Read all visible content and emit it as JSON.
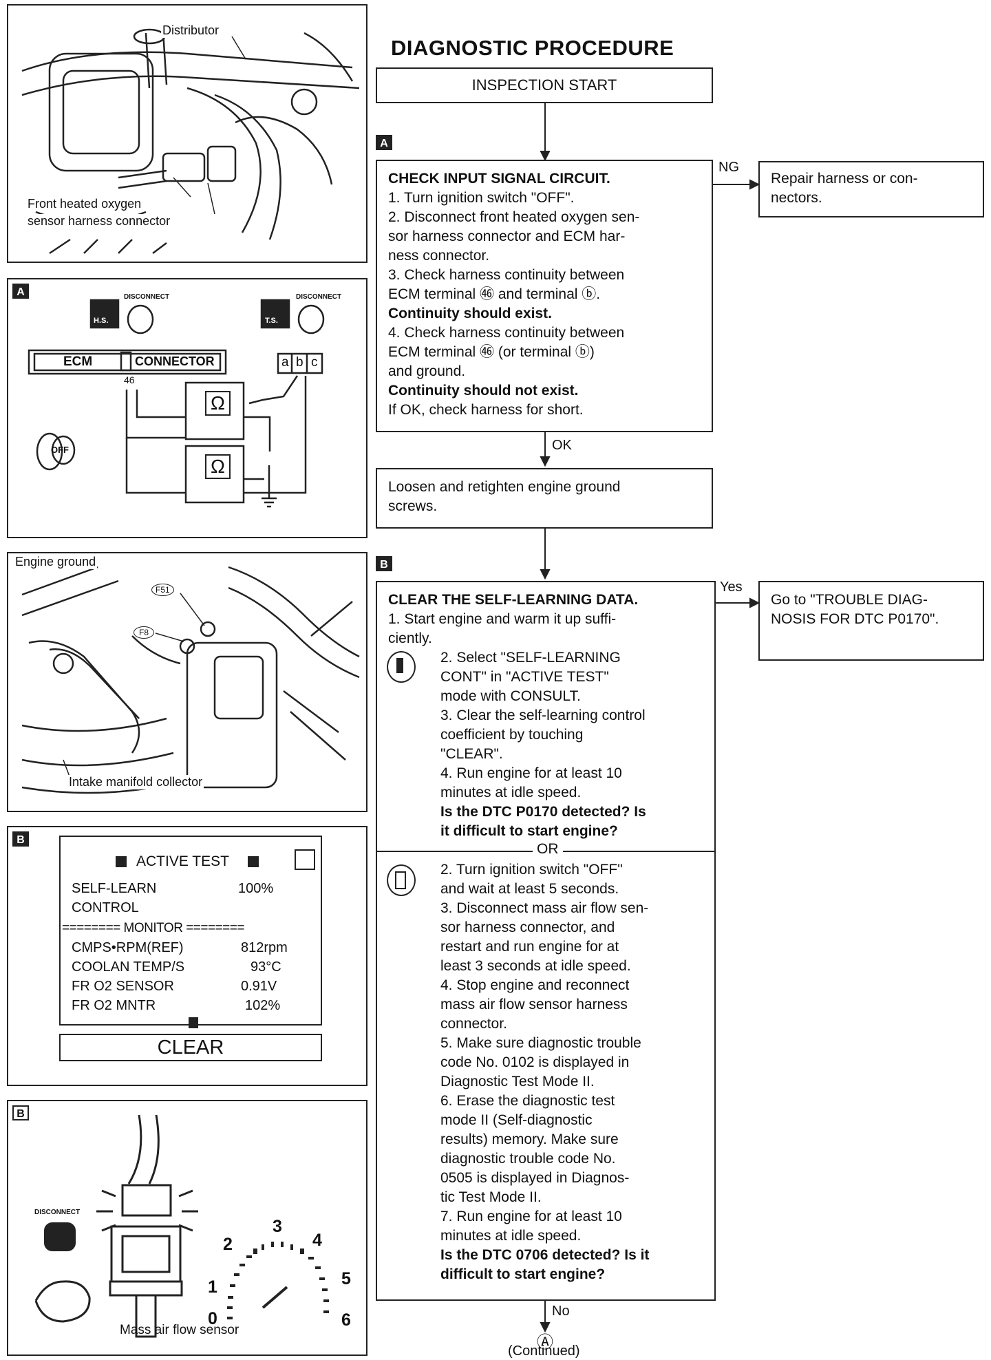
{
  "title": "DIAGNOSTIC PROCEDURE",
  "panels": {
    "p1": {
      "label_distributor": "Distributor",
      "label_sensor_1": "Front heated oxygen",
      "label_sensor_2": "sensor harness connector"
    },
    "p2": {
      "tag": "A",
      "disconnect_1": "DISCONNECT",
      "disconnect_2": "DISCONNECT",
      "hs": "H.S.",
      "ts": "T.S.",
      "ecm": "ECM",
      "connector": "CONNECTOR",
      "pin_a": "a",
      "pin_b": "b",
      "pin_c": "c",
      "terminal": "46",
      "ohm_1": "Ω",
      "ohm_2": "Ω",
      "key": "OFF"
    },
    "p3": {
      "label_ground": "Engine ground",
      "label_f51": "F51",
      "label_f8": "F8",
      "label_collector": "Intake manifold collector"
    },
    "p4": {
      "tag": "B",
      "header": "ACTIVE TEST",
      "rows": [
        {
          "name": "SELF-LEARN",
          "value": "100%"
        },
        {
          "name": "CONTROL",
          "value": ""
        },
        {
          "name": "======== MONITOR ========",
          "value": ""
        },
        {
          "name": "CMPS•RPM(REF)",
          "value": "812rpm"
        },
        {
          "name": "COOLAN TEMP/S",
          "value": "93°C"
        },
        {
          "name": "FR O2 SENSOR",
          "value": "0.91V"
        },
        {
          "name": "FR O2 MNTR",
          "value": "102%"
        }
      ],
      "clear": "CLEAR"
    },
    "p5": {
      "tag": "B",
      "disconnect": "DISCONNECT",
      "caption": "Mass air flow sensor",
      "gauge_ticks": [
        "0",
        "1",
        "2",
        "3",
        "4",
        "5",
        "6"
      ]
    }
  },
  "flow": {
    "start": "INSPECTION START",
    "tag_a": "A",
    "step_a": {
      "lines": [
        {
          "text": "CHECK INPUT SIGNAL CIRCUIT.",
          "bold": true
        },
        {
          "text": "1. Turn ignition switch \"OFF\".",
          "bold": false
        },
        {
          "text": "2. Disconnect front heated oxygen sen-",
          "bold": false
        },
        {
          "text": "    sor harness connector and ECM har-",
          "bold": false
        },
        {
          "text": "    ness connector.",
          "bold": false
        },
        {
          "text": "3. Check harness continuity between",
          "bold": false
        },
        {
          "text": "    ECM terminal ㊻ and terminal ⓑ.",
          "bold": false
        },
        {
          "text": "    Continuity should exist.",
          "bold": true
        },
        {
          "text": "4. Check harness continuity between",
          "bold": false
        },
        {
          "text": "    ECM terminal ㊻ (or terminal ⓑ)",
          "bold": false
        },
        {
          "text": "    and ground.",
          "bold": false
        },
        {
          "text": "    Continuity should not exist.",
          "bold": true
        },
        {
          "text": "    If OK, check harness for short.",
          "bold": false
        }
      ]
    },
    "ng_label": "NG",
    "ng_box": [
      "Repair harness or con-",
      "nectors."
    ],
    "ok_label": "OK",
    "loosen_box": [
      "Loosen and retighten engine ground",
      "screws."
    ],
    "tag_b": "B",
    "step_b": {
      "title": "CLEAR THE SELF-LEARNING DATA.",
      "part1": [
        {
          "text": "1. Start engine and warm it up suffi-",
          "bold": false
        },
        {
          "text": "    ciently.",
          "bold": false
        },
        {
          "text": "2. Select \"SELF-LEARNING",
          "bold": false
        },
        {
          "text": "    CONT\" in \"ACTIVE TEST\"",
          "bold": false
        },
        {
          "text": "    mode with CONSULT.",
          "bold": false
        },
        {
          "text": "3. Clear the self-learning control",
          "bold": false
        },
        {
          "text": "    coefficient by touching",
          "bold": false
        },
        {
          "text": "    \"CLEAR\".",
          "bold": false
        },
        {
          "text": "4. Run engine for at least 10",
          "bold": false
        },
        {
          "text": "    minutes at idle speed.",
          "bold": false
        },
        {
          "text": "    Is the DTC P0170 detected? Is",
          "bold": true
        },
        {
          "text": "    it difficult to start engine?",
          "bold": true
        }
      ],
      "or": "OR",
      "part2": [
        {
          "text": "2. Turn ignition switch \"OFF\"",
          "bold": false
        },
        {
          "text": "    and wait at least 5 seconds.",
          "bold": false
        },
        {
          "text": "3. Disconnect mass air flow sen-",
          "bold": false
        },
        {
          "text": "    sor harness connector, and",
          "bold": false
        },
        {
          "text": "    restart and run engine for at",
          "bold": false
        },
        {
          "text": "    least 3 seconds at idle speed.",
          "bold": false
        },
        {
          "text": "4. Stop engine and reconnect",
          "bold": false
        },
        {
          "text": "    mass air flow sensor harness",
          "bold": false
        },
        {
          "text": "    connector.",
          "bold": false
        },
        {
          "text": "5. Make sure diagnostic trouble",
          "bold": false
        },
        {
          "text": "    code No. 0102 is displayed in",
          "bold": false
        },
        {
          "text": "    Diagnostic Test Mode II.",
          "bold": false
        },
        {
          "text": "6. Erase the diagnostic test",
          "bold": false
        },
        {
          "text": "    mode II (Self-diagnostic",
          "bold": false
        },
        {
          "text": "    results) memory. Make sure",
          "bold": false
        },
        {
          "text": "    diagnostic trouble code No.",
          "bold": false
        },
        {
          "text": "    0505 is displayed in Diagnos-",
          "bold": false
        },
        {
          "text": "    tic Test Mode II.",
          "bold": false
        },
        {
          "text": "7. Run engine for at least 10",
          "bold": false
        },
        {
          "text": "    minutes at idle speed.",
          "bold": false
        },
        {
          "text": "    Is the DTC 0706 detected? Is it",
          "bold": true
        },
        {
          "text": "    difficult to start engine?",
          "bold": true
        }
      ]
    },
    "yes_label": "Yes",
    "yes_box": [
      "Go to \"TROUBLE DIAG-",
      "NOSIS FOR DTC P0170\"."
    ],
    "no_label": "No",
    "connector_a": "Ⓐ",
    "continued": "(Continued)"
  }
}
